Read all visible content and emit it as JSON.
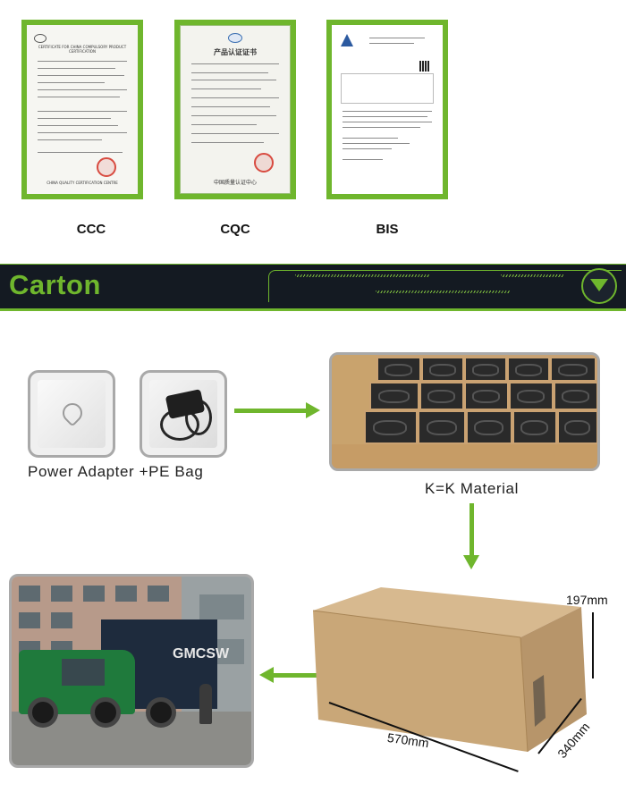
{
  "certificates": [
    {
      "label": "CCC",
      "doc_title": "CERTIFICATE FOR CHINA COMPULSORY PRODUCT CERTIFICATION",
      "issuer": "CHINA QUALITY CERTIFICATION CENTRE"
    },
    {
      "label": "CQC",
      "doc_title": "产品认证证书",
      "issuer": "中国质量认证中心"
    },
    {
      "label": "BIS",
      "doc_title": "",
      "issuer": ""
    }
  ],
  "banner": {
    "title": "Carton",
    "accent": "#6fb62d",
    "background": "#141a22",
    "icon": "chevron-down-icon"
  },
  "packing": {
    "caption": "Power Adapter +PE Bag",
    "carton_caption": "K=K Material"
  },
  "carton_dimensions": {
    "height": "197mm",
    "length": "570mm",
    "width": "340mm"
  },
  "truck": {
    "container_text": "GMCSW"
  },
  "colors": {
    "green": "#6fb62d",
    "frame_gray": "#a9a9a9"
  }
}
